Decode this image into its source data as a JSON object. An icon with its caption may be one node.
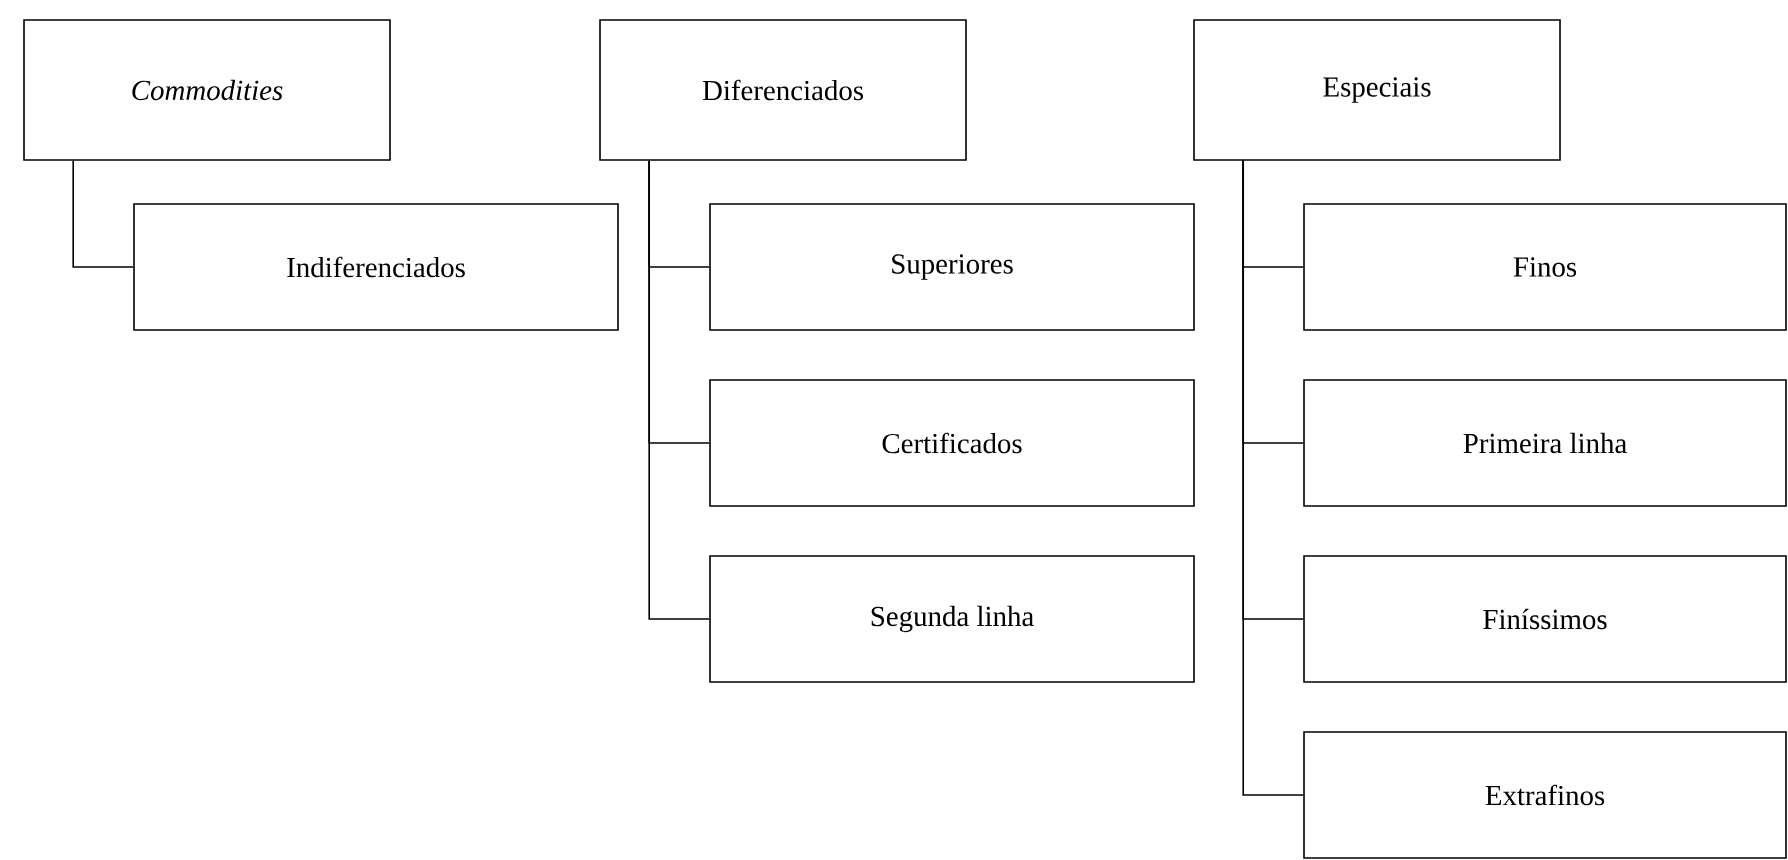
{
  "diagram": {
    "nodes": [
      {
        "text": [
          "Commodities"
        ]
      },
      {
        "text": [
          "Indiferenciados"
        ]
      },
      {
        "text": [
          "Diferenciados"
        ]
      },
      {
        "text": [
          "Superiores"
        ]
      },
      {
        "text": [
          "Certificados"
        ]
      },
      {
        "text": [
          "Segunda linha"
        ]
      },
      {
        "text": [
          "Especiais"
        ]
      },
      {
        "text": [
          "Finos"
        ]
      },
      {
        "text": [
          "Primeira linha"
        ]
      },
      {
        "text": [
          "Finíssimos"
        ]
      },
      {
        "text": [
          "Extrafinos"
        ]
      }
    ],
    "edges": [
      {
        "from": 0,
        "to": 1,
        "arrow": "none"
      },
      {
        "from": 2,
        "to": 3,
        "arrow": "none"
      },
      {
        "from": 2,
        "to": 4,
        "arrow": "none"
      },
      {
        "from": 2,
        "to": 5,
        "arrow": "none"
      },
      {
        "from": 6,
        "to": 7,
        "arrow": "none"
      },
      {
        "from": 6,
        "to": 8,
        "arrow": "none"
      },
      {
        "from": 6,
        "to": 9,
        "arrow": "none"
      },
      {
        "from": 6,
        "to": 10,
        "arrow": "none"
      }
    ]
  }
}
